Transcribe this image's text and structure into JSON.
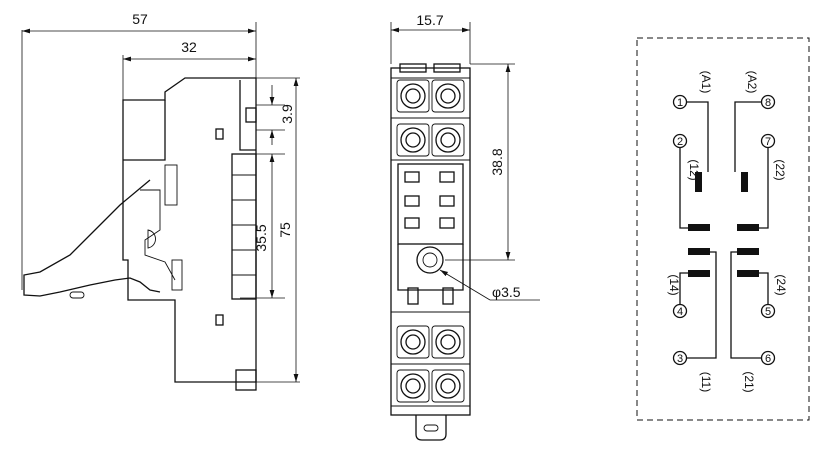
{
  "side_view": {
    "dim_overall_length": "57",
    "dim_body_length": "32",
    "dim_small_height": "3.9",
    "dim_mid_height": "35.5",
    "dim_total_height": "75"
  },
  "front_view": {
    "dim_width": "15.7",
    "dim_pitch": "38.8",
    "dim_hole": "φ3.5"
  },
  "schematic": {
    "pins": [
      {
        "number": "1",
        "label": "(A1)"
      },
      {
        "number": "8",
        "label": "(A2)"
      },
      {
        "number": "2",
        "label": "(12)"
      },
      {
        "number": "7",
        "label": "(22)"
      },
      {
        "number": "4",
        "label": "(14)"
      },
      {
        "number": "5",
        "label": "(24)"
      },
      {
        "number": "3",
        "label": "(11)"
      },
      {
        "number": "6",
        "label": "(21)"
      }
    ]
  }
}
